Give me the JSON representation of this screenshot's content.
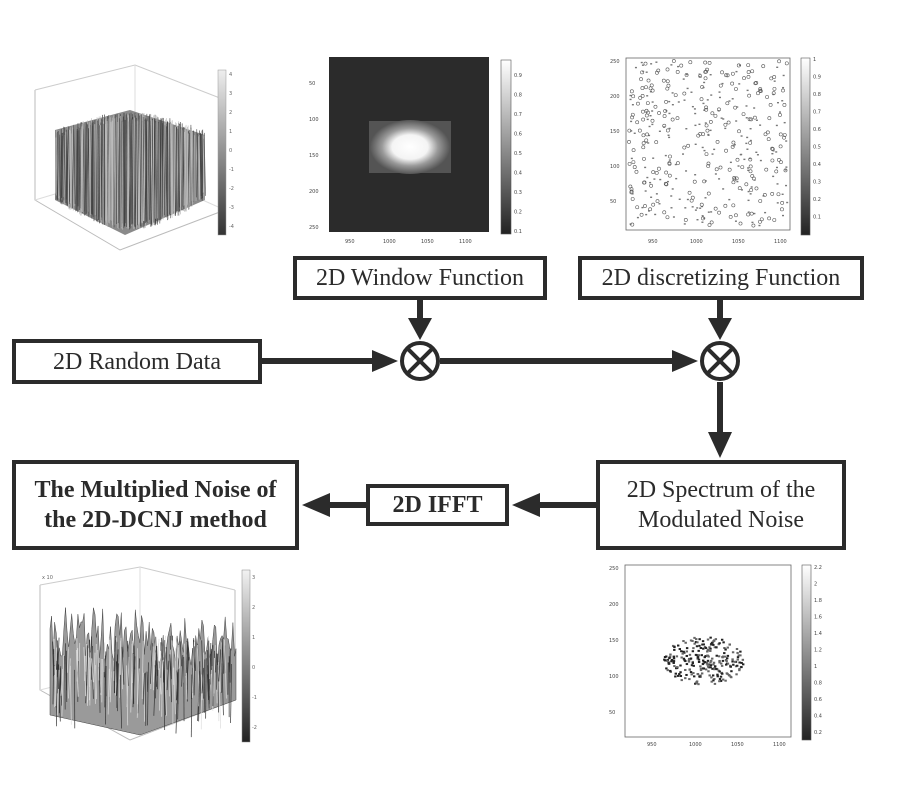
{
  "labels": {
    "window_function": "2D Window Function",
    "discretizing_function": "2D discretizing Function",
    "random_data": "2D Random Data",
    "spectrum_line1": "2D Spectrum of the",
    "spectrum_line2": "Modulated Noise",
    "ifft": "2D IFFT",
    "result_line1": "The Multiplied  Noise of",
    "result_line2": "the 2D-DCNJ method"
  },
  "plots": {
    "window": {
      "yticks": [
        "50",
        "100",
        "150",
        "200",
        "250"
      ],
      "xticks": [
        "950",
        "1000",
        "1050",
        "1100"
      ],
      "cbar": [
        "0.9",
        "0.8",
        "0.7",
        "0.6",
        "0.5",
        "0.4",
        "0.3",
        "0.2",
        "0.1"
      ]
    },
    "discretizing": {
      "yticks": [
        "250",
        "200",
        "150",
        "100",
        "50"
      ],
      "xticks": [
        "950",
        "1000",
        "1050",
        "1100"
      ],
      "cbar": [
        "1",
        "0.9",
        "0.8",
        "0.7",
        "0.6",
        "0.5",
        "0.4",
        "0.3",
        "0.2",
        "0.1"
      ]
    },
    "spectrum": {
      "yticks": [
        "250",
        "200",
        "150",
        "100",
        "50"
      ],
      "xticks": [
        "950",
        "1000",
        "1050",
        "1100"
      ],
      "cbar": [
        "2.2",
        "2",
        "1.8",
        "1.6",
        "1.4",
        "1.2",
        "1",
        "0.8",
        "0.6",
        "0.4",
        "0.2"
      ]
    },
    "random_surface": {
      "cbar": [
        "4",
        "3",
        "2",
        "1",
        "0",
        "-1",
        "-2",
        "-3",
        "-4"
      ]
    },
    "result_surface": {
      "exponent": "x 10",
      "cbar": [
        "3",
        "2",
        "1",
        "0",
        "-1",
        "-2"
      ]
    }
  }
}
